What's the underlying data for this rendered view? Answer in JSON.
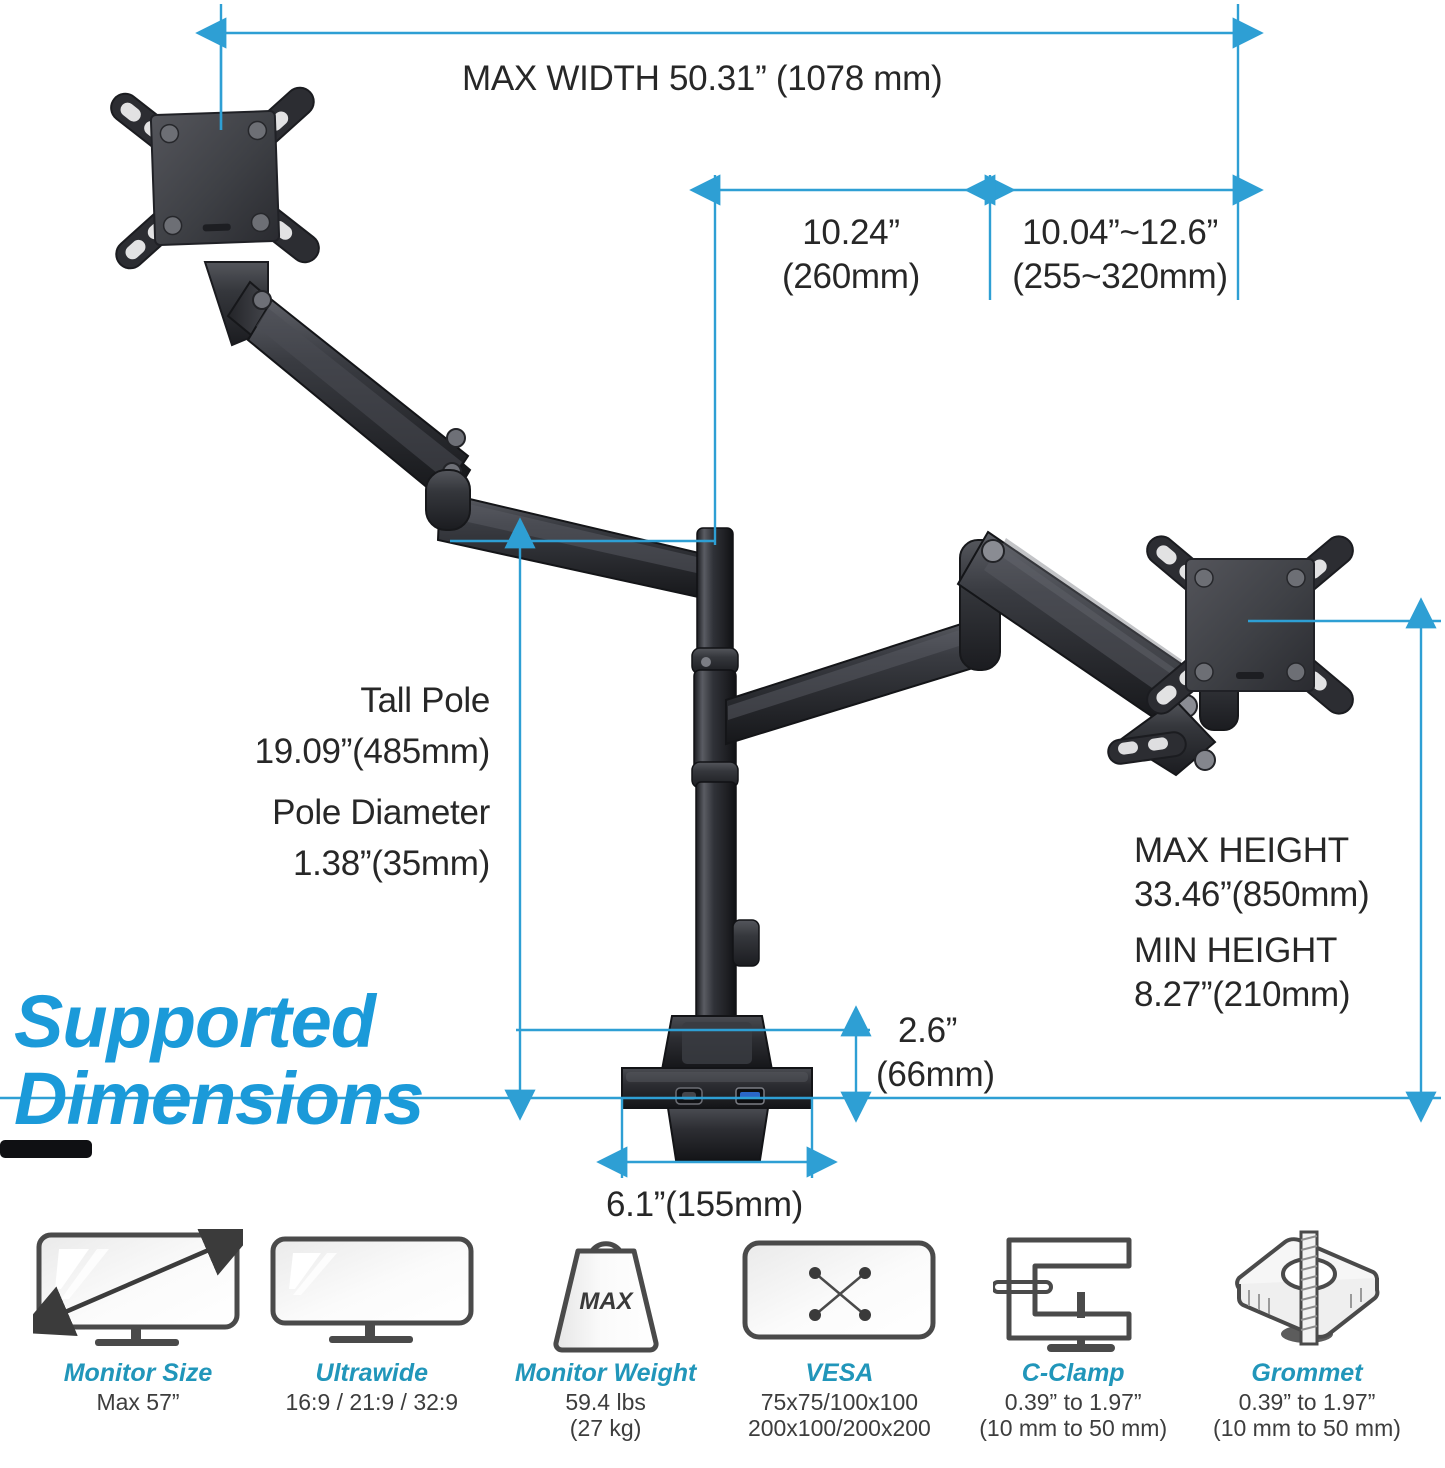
{
  "heading": {
    "line1": "Supported",
    "line2": "Dimensions"
  },
  "accent_colors": {
    "dimension_line": "#2e9fd4",
    "heading": "#1b9ad9",
    "spec_title": "#2196ba",
    "hardware": "#2b2b2e"
  },
  "dimensions": {
    "max_width": "MAX WIDTH 50.31” (1078 mm)",
    "segment_left_in": "10.24”",
    "segment_left_mm": "(260mm)",
    "segment_right_in": "10.04”~12.6”",
    "segment_right_mm": "(255~320mm)",
    "tall_pole_label": "Tall Pole",
    "tall_pole_value": "19.09”(485mm)",
    "pole_diameter_label": "Pole Diameter",
    "pole_diameter_value": "1.38”(35mm)",
    "max_height_label": "MAX HEIGHT",
    "max_height_value": "33.46”(850mm)",
    "min_height_label": "MIN HEIGHT",
    "min_height_value": "8.27”(210mm)",
    "base_height_in": "2.6”",
    "base_height_mm": "(66mm)",
    "base_width": "6.1”(155mm)"
  },
  "specs": [
    {
      "icon": "monitor-diagonal-icon",
      "title": "Monitor Size",
      "sub": "Max 57”"
    },
    {
      "icon": "monitor-ultrawide-icon",
      "title": "Ultrawide",
      "sub": "16:9 / 21:9 / 32:9"
    },
    {
      "icon": "weight-max-icon",
      "title": "Monitor Weight",
      "sub": "59.4 lbs\n(27 kg)"
    },
    {
      "icon": "vesa-pattern-icon",
      "title": "VESA",
      "sub": "75x75/100x100\n200x100/200x200"
    },
    {
      "icon": "c-clamp-icon",
      "title": "C-Clamp",
      "sub": "0.39” to 1.97”\n(10 mm to 50 mm)"
    },
    {
      "icon": "grommet-icon",
      "title": "Grommet",
      "sub": "0.39” to 1.97”\n(10 mm to 50 mm)"
    }
  ]
}
